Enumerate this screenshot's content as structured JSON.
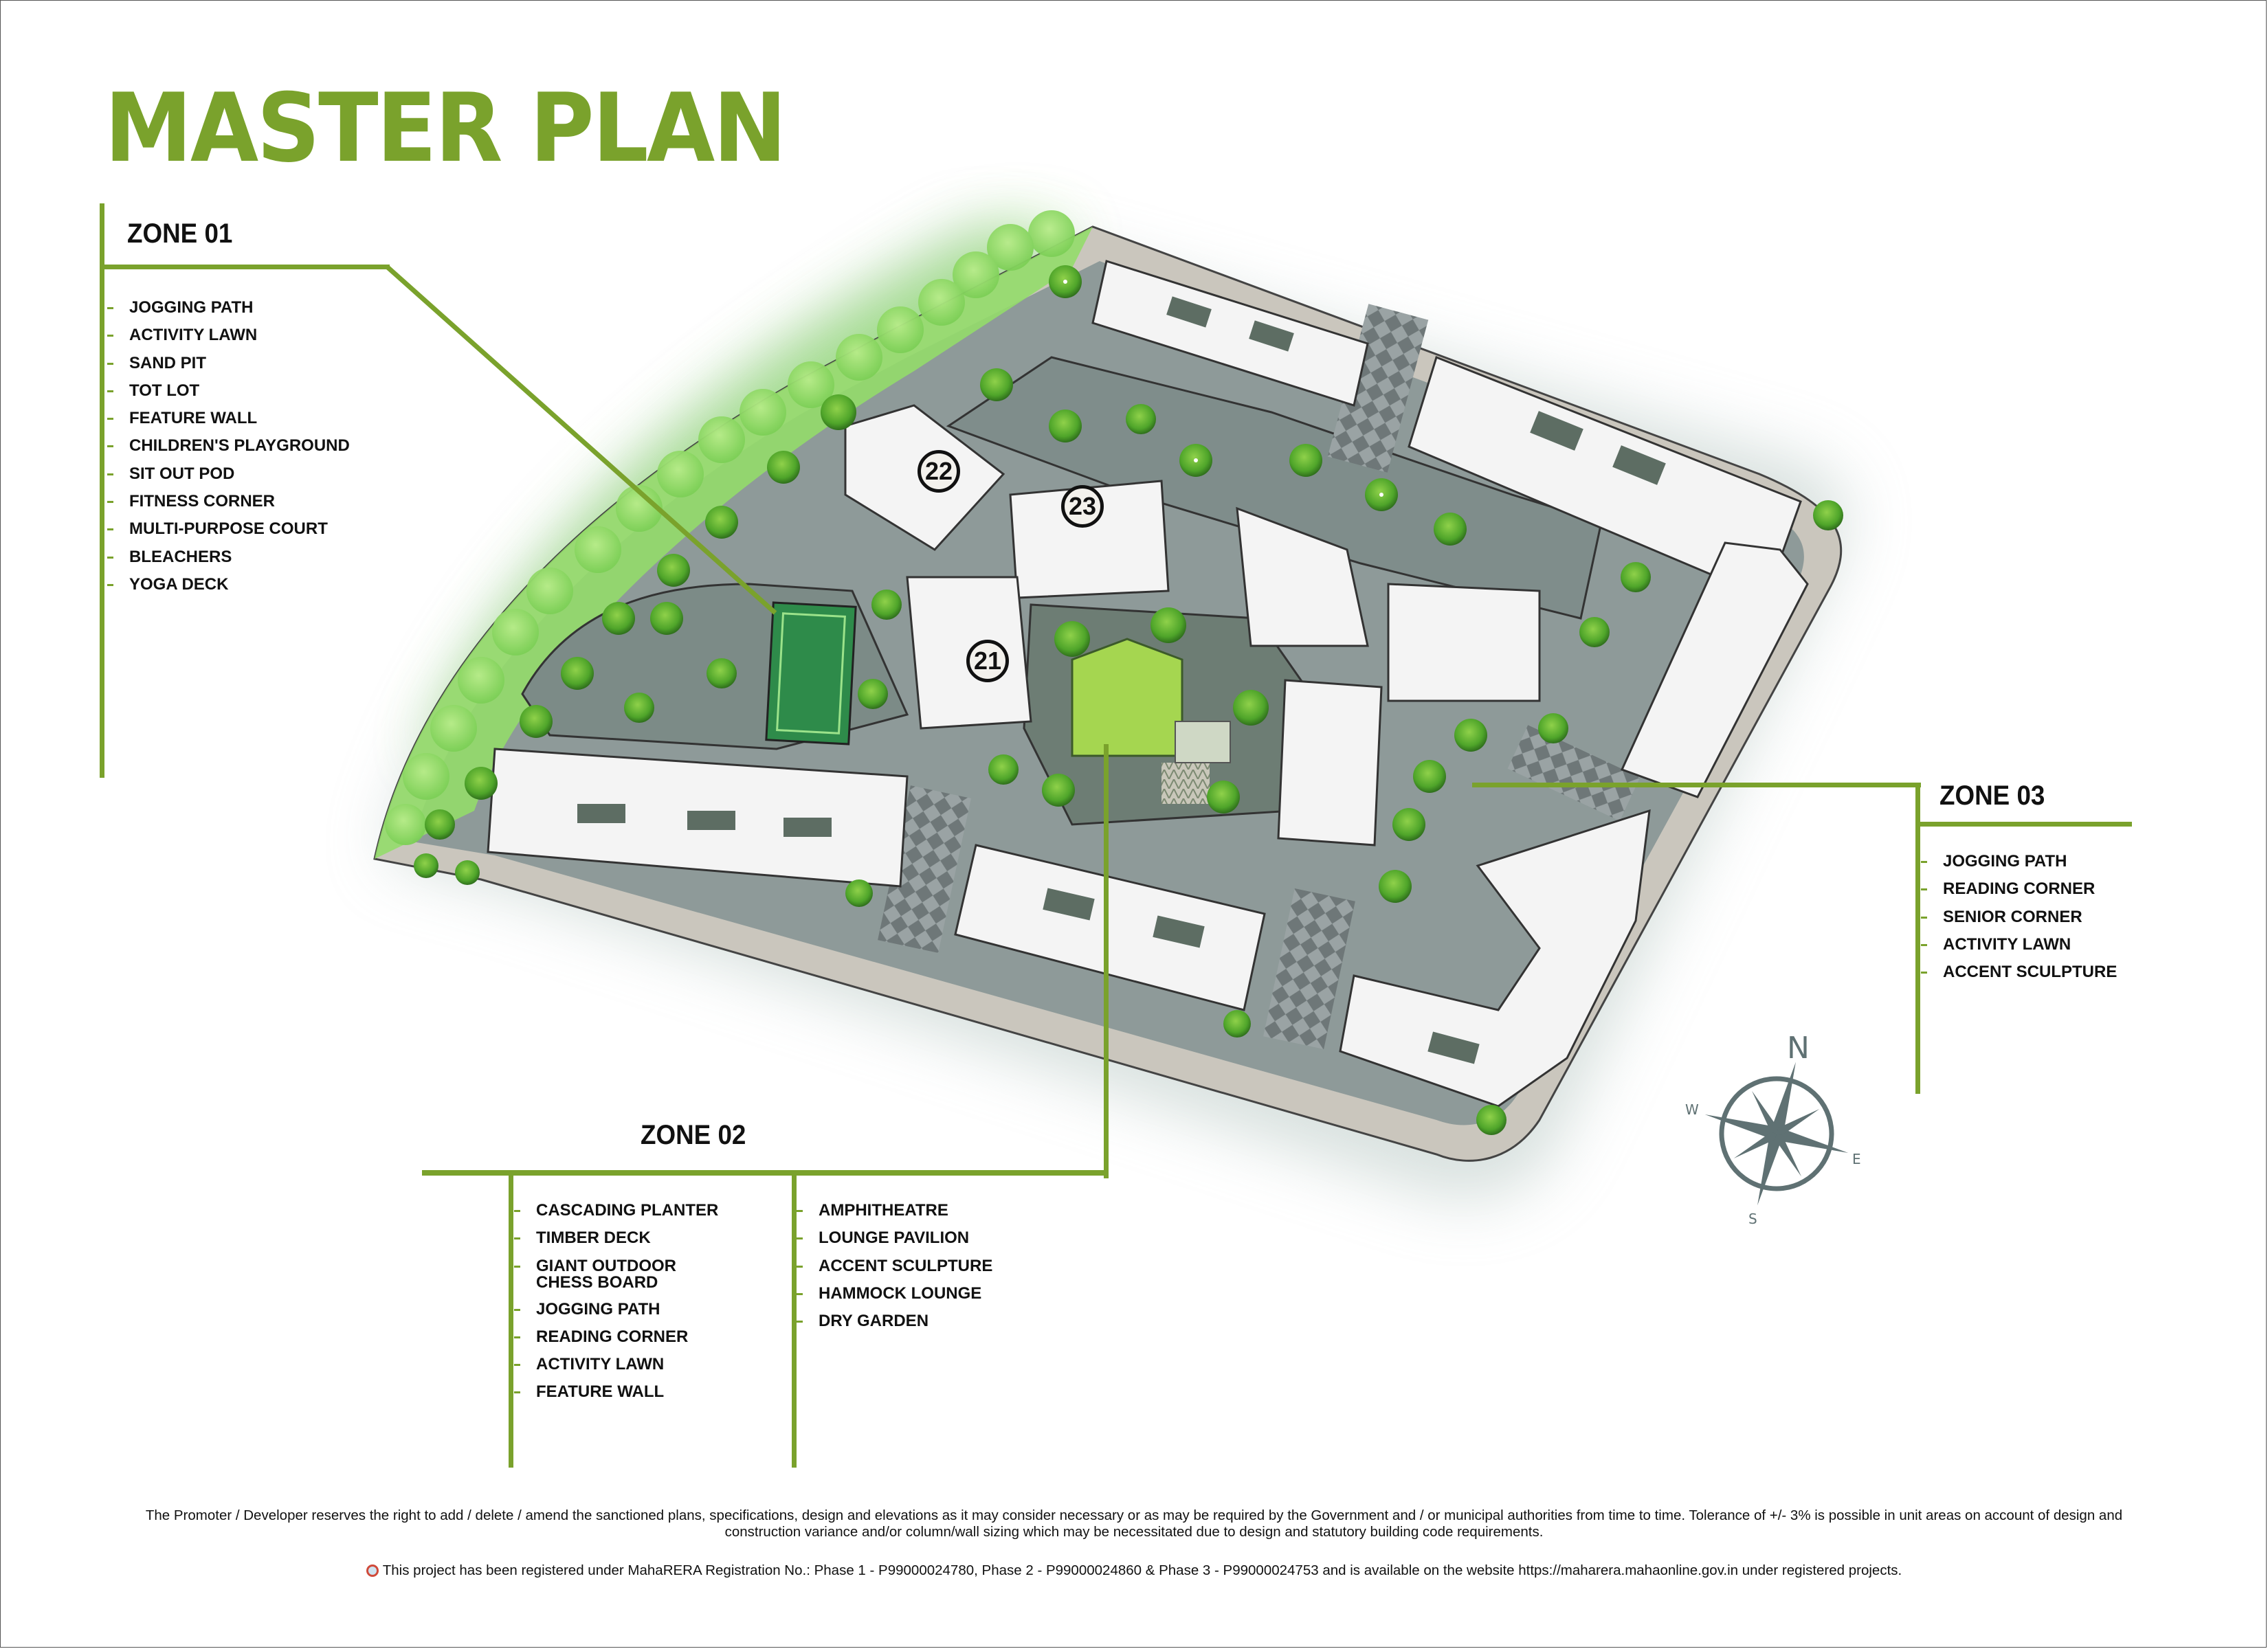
{
  "title": "MASTER PLAN",
  "colors": {
    "accent_green": "#7aa22c",
    "text": "#111111",
    "compass": "#5f7173",
    "road": "#8e9a99",
    "building": "#f4f4f4",
    "lawn": "#8cc63f"
  },
  "zones": [
    {
      "title": "ZONE 01",
      "items": [
        "JOGGING PATH",
        "ACTIVITY LAWN",
        "SAND PIT",
        "TOT LOT",
        "FEATURE WALL",
        "CHILDREN'S PLAYGROUND",
        "SIT OUT POD",
        "FITNESS CORNER",
        "MULTI-PURPOSE COURT",
        "BLEACHERS",
        "YOGA DECK"
      ]
    },
    {
      "title": "ZONE 02",
      "columns": [
        [
          "CASCADING PLANTER",
          "TIMBER DECK",
          "GIANT OUTDOOR CHESS BOARD",
          "JOGGING PATH",
          "READING CORNER",
          "ACTIVITY LAWN",
          "FEATURE WALL"
        ],
        [
          "AMPHITHEATRE",
          "LOUNGE PAVILION",
          "ACCENT SCULPTURE",
          "HAMMOCK LOUNGE",
          "DRY GARDEN"
        ]
      ],
      "chess_line1": "GIANT OUTDOOR",
      "chess_line2": "CHESS BOARD"
    },
    {
      "title": "ZONE 03",
      "items": [
        "JOGGING PATH",
        "READING CORNER",
        "SENIOR CORNER",
        "ACTIVITY LAWN",
        "ACCENT SCULPTURE"
      ]
    }
  ],
  "buildings": [
    {
      "number": "22"
    },
    {
      "number": "23"
    },
    {
      "number": "21"
    }
  ],
  "compass": {
    "icon": "compass-rose-icon",
    "n": "N",
    "e": "E",
    "s": "S",
    "w": "W"
  },
  "footer": {
    "disclaimer_line1": "The Promoter / Developer reserves the right to add / delete / amend the sanctioned plans, specifications, design and elevations as it may consider necessary or as may be required by the Government and / or municipal authorities from time to time. Tolerance of +/- 3% is possible in unit areas on account of design and",
    "disclaimer_line2": "construction variance and/or column/wall sizing which may be necessitated due to design and statutory building code requirements.",
    "rera_icon": "maharera-logo-icon",
    "rera": "This project has been registered under MahaRERA Registration No.: Phase 1 - P99000024780, Phase 2 - P99000024860 & Phase 3 - P99000024753 and is available on the website https://maharera.mahaonline.gov.in under registered projects."
  }
}
